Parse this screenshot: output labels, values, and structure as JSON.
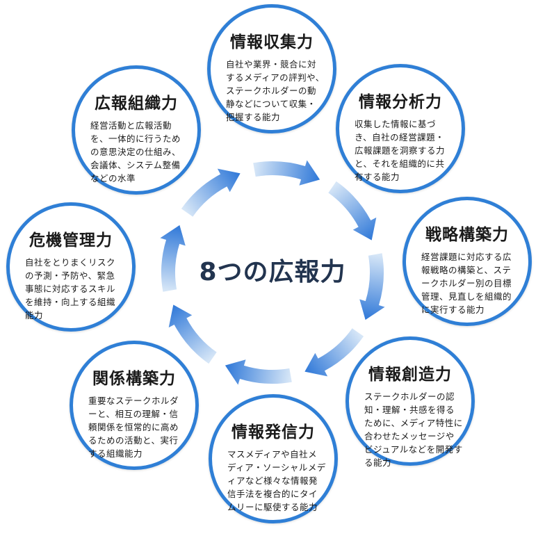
{
  "center": {
    "label": "8つの広報力"
  },
  "nodes": [
    {
      "id": "collection",
      "title": "情報収集力",
      "desc": "自社や業界・競合に対するメディアの評判や、ステークホルダーの動静などについて収集・把握する能力"
    },
    {
      "id": "analysis",
      "title": "情報分析力",
      "desc": "収集した情報に基づき、自社の経営課題・広報課題を洞察する力と、それを組織的に共有する能力"
    },
    {
      "id": "strategy",
      "title": "戦略構築力",
      "desc": "経営課題に対応する広報戦略の構築と、ステークホルダー別の目標管理、見直しを組織的に実行する能力"
    },
    {
      "id": "creation",
      "title": "情報創造力",
      "desc": "ステークホルダーの認知・理解・共感を得るために、メディア特性に合わせたメッセージやビジュアルなどを開発する能力"
    },
    {
      "id": "dissemination",
      "title": "情報発信力",
      "desc": "マスメディアや自社メディア・ソーシャルメディアなど様々な情報発信手法を複合的にタイムリーに駆使する能力"
    },
    {
      "id": "relationship",
      "title": "関係構築力",
      "desc": "重要なステークホルダーと、相互の理解・信頼関係を恒常的に高めるための活動と、実行する組織能力"
    },
    {
      "id": "crisis",
      "title": "危機管理力",
      "desc": "自社をとりまくリスクの予測・予防や、緊急事態に対応するスキルを維持・向上する組織能力"
    },
    {
      "id": "organization",
      "title": "広報組織力",
      "desc": "経営活動と広報活動を、一体的に行うための意思決定の仕組み、会議体、システム整備などの水準"
    }
  ],
  "colors": {
    "ring": "#2f7fd6",
    "overlap": "#7fd0d6",
    "arrow_dark": "#2f78d8",
    "arrow_light": "#d6e6f7",
    "center_text": "#22344f"
  }
}
